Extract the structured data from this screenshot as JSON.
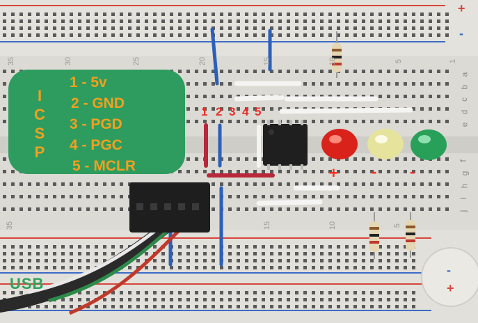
{
  "icsp": {
    "letters": [
      "I",
      "C",
      "S",
      "P"
    ],
    "pins": [
      "1 - 5v",
      "2 - GND",
      "3 - PGD",
      "4 - PGC",
      "5 - MCLR"
    ]
  },
  "pin_numbers": [
    "1",
    "2",
    "3",
    "4",
    "5"
  ],
  "led_signs": [
    "+",
    "-",
    "-"
  ],
  "usb_label": "USB",
  "breadboard": {
    "row_numbers_top": [
      "35",
      "30",
      "25",
      "20",
      "15",
      "10",
      "5",
      "1"
    ],
    "row_numbers_bottom": [
      "35",
      "15",
      "10",
      "5"
    ],
    "column_letters": [
      "a",
      "b",
      "c",
      "d",
      "e",
      "f",
      "g",
      "h",
      "i",
      "j"
    ],
    "rail_signs": [
      "+",
      "-",
      "-",
      "+"
    ]
  },
  "colors": {
    "board": "#d9d7d2",
    "icsp_box": "#2e9c5f",
    "icsp_text": "#f2a01e",
    "red_label": "#e8302a",
    "rail_red": "#d8463c",
    "rail_blue": "#3c6cc8"
  },
  "components": [
    "ic-chip",
    "red-led",
    "yellow-led",
    "green-led",
    "resistor",
    "usb-cable",
    "connector"
  ]
}
